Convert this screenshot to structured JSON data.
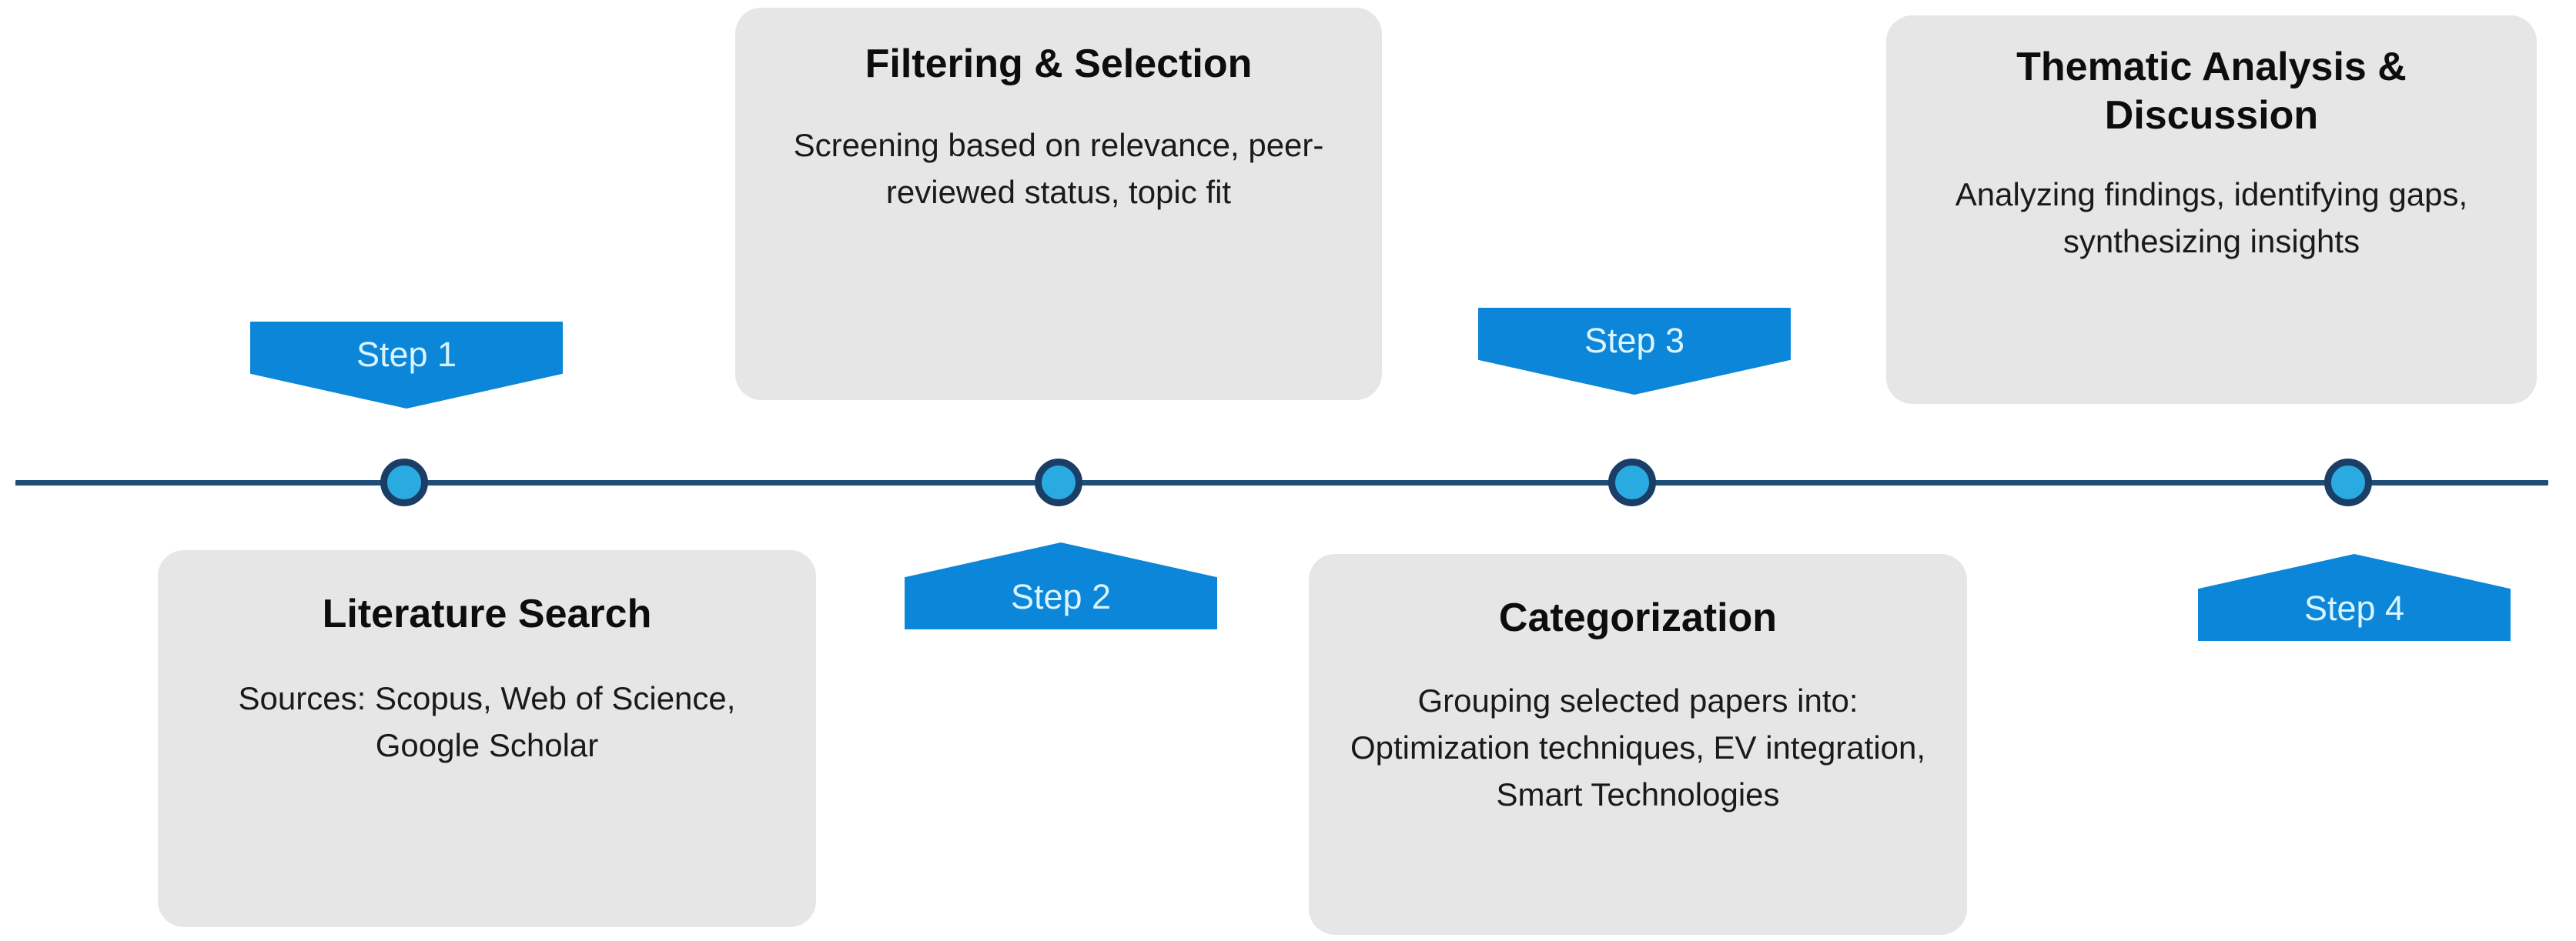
{
  "diagram": {
    "type": "horizontal-timeline",
    "title": "",
    "background_color": "#FFFFFF",
    "axis": {
      "color": "#1F4E79",
      "orientation": "horizontal"
    },
    "colors": {
      "accent_blue": "#0B86D8",
      "node_fill": "#29ABE2",
      "node_ring": "#1A3E66",
      "card_background": "#E6E6E6",
      "flag_label": "#D9F4FF",
      "title_text": "#0D0D0D",
      "body_text": "#1A1A1A"
    }
  },
  "steps": [
    {
      "flag_label": "Step 1",
      "flag_direction": "down",
      "card_position": "below",
      "title": "Literature Search",
      "body": "Sources: Scopus, Web of Science, Google Scholar"
    },
    {
      "flag_label": "Step 2",
      "flag_direction": "up",
      "card_position": "above",
      "title": "Filtering & Selection",
      "body": "Screening based on relevance, peer-reviewed status, topic fit"
    },
    {
      "flag_label": "Step 3",
      "flag_direction": "down",
      "card_position": "below",
      "title": "Categorization",
      "body": "Grouping selected papers into: Optimization techniques, EV integration, Smart Technologies"
    },
    {
      "flag_label": "Step 4",
      "flag_direction": "up",
      "card_position": "above",
      "title": "Thematic Analysis & Discussion",
      "body": "Analyzing findings, identifying gaps, synthesizing insights"
    }
  ]
}
